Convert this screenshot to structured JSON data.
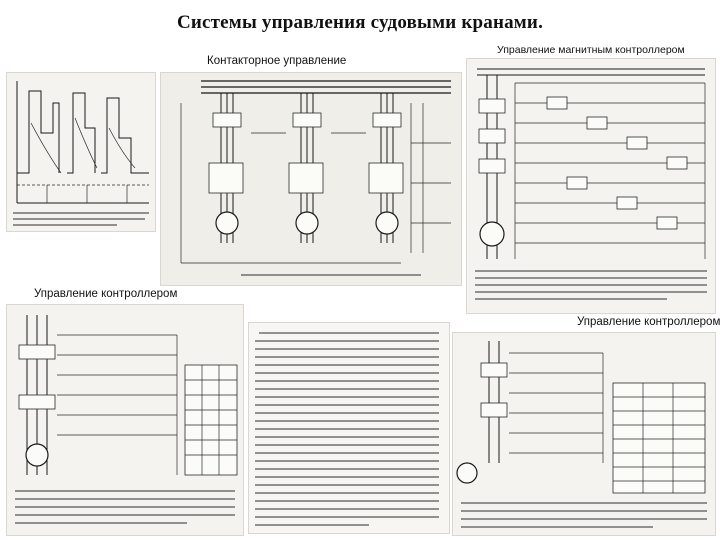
{
  "page": {
    "title": "Системы управления судовыми кранами."
  },
  "labels": {
    "contactor": "Контакторное управление",
    "magnetic_controller": "Управление магнитным контроллером",
    "controller_left": "Управление контроллером",
    "controller_right": "Управление контроллером"
  }
}
